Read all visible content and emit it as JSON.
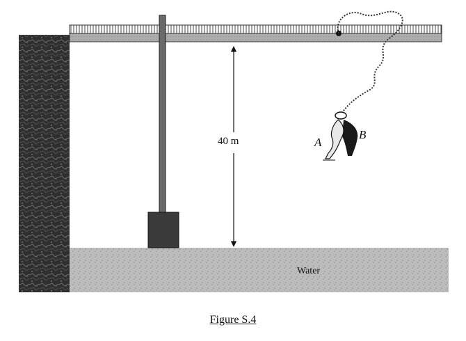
{
  "figure": {
    "height_label": "40 m",
    "label_a": "A",
    "label_b": "B",
    "water_label": "Water",
    "caption": "Figure S.4"
  },
  "colors": {
    "ink": "#111111",
    "rock": "#2a2a2a",
    "water": "#b8b8b8",
    "bridge_deck": "#a8a8a8"
  }
}
